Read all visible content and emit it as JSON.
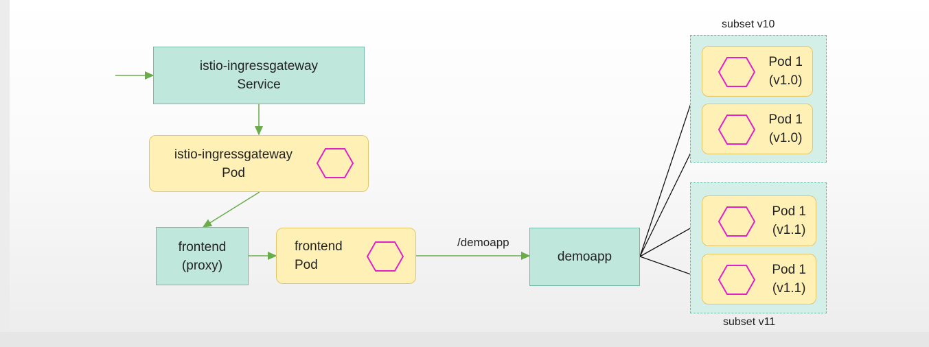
{
  "nodes": {
    "gateway_service": {
      "line1": "istio-ingressgateway",
      "line2": "Service"
    },
    "gateway_pod": {
      "line1": "istio-ingressgateway",
      "line2": "Pod"
    },
    "frontend_proxy": {
      "line1": "frontend",
      "line2": "(proxy)"
    },
    "frontend_pod": {
      "line1": "frontend",
      "line2": "Pod"
    },
    "demoapp": {
      "label": "demoapp"
    },
    "pods_v10": [
      {
        "line1": "Pod 1",
        "line2": "(v1.0)"
      },
      {
        "line1": "Pod 1",
        "line2": "(v1.0)"
      }
    ],
    "pods_v11": [
      {
        "line1": "Pod 1",
        "line2": "(v1.1)"
      },
      {
        "line1": "Pod 1",
        "line2": "(v1.1)"
      }
    ]
  },
  "subsets": {
    "v10": "subset v10",
    "v11": "subset v11"
  },
  "edges": {
    "frontend_to_demoapp": "/demoapp"
  },
  "colors": {
    "service_fill": "#bfe7dc",
    "pod_fill": "#fff0b5",
    "subset_fill": "#d3efe8",
    "edge_green": "#6aab4a",
    "hexagon": "#e020c8"
  },
  "icons": {
    "pod_marker": "hexagon-icon"
  }
}
